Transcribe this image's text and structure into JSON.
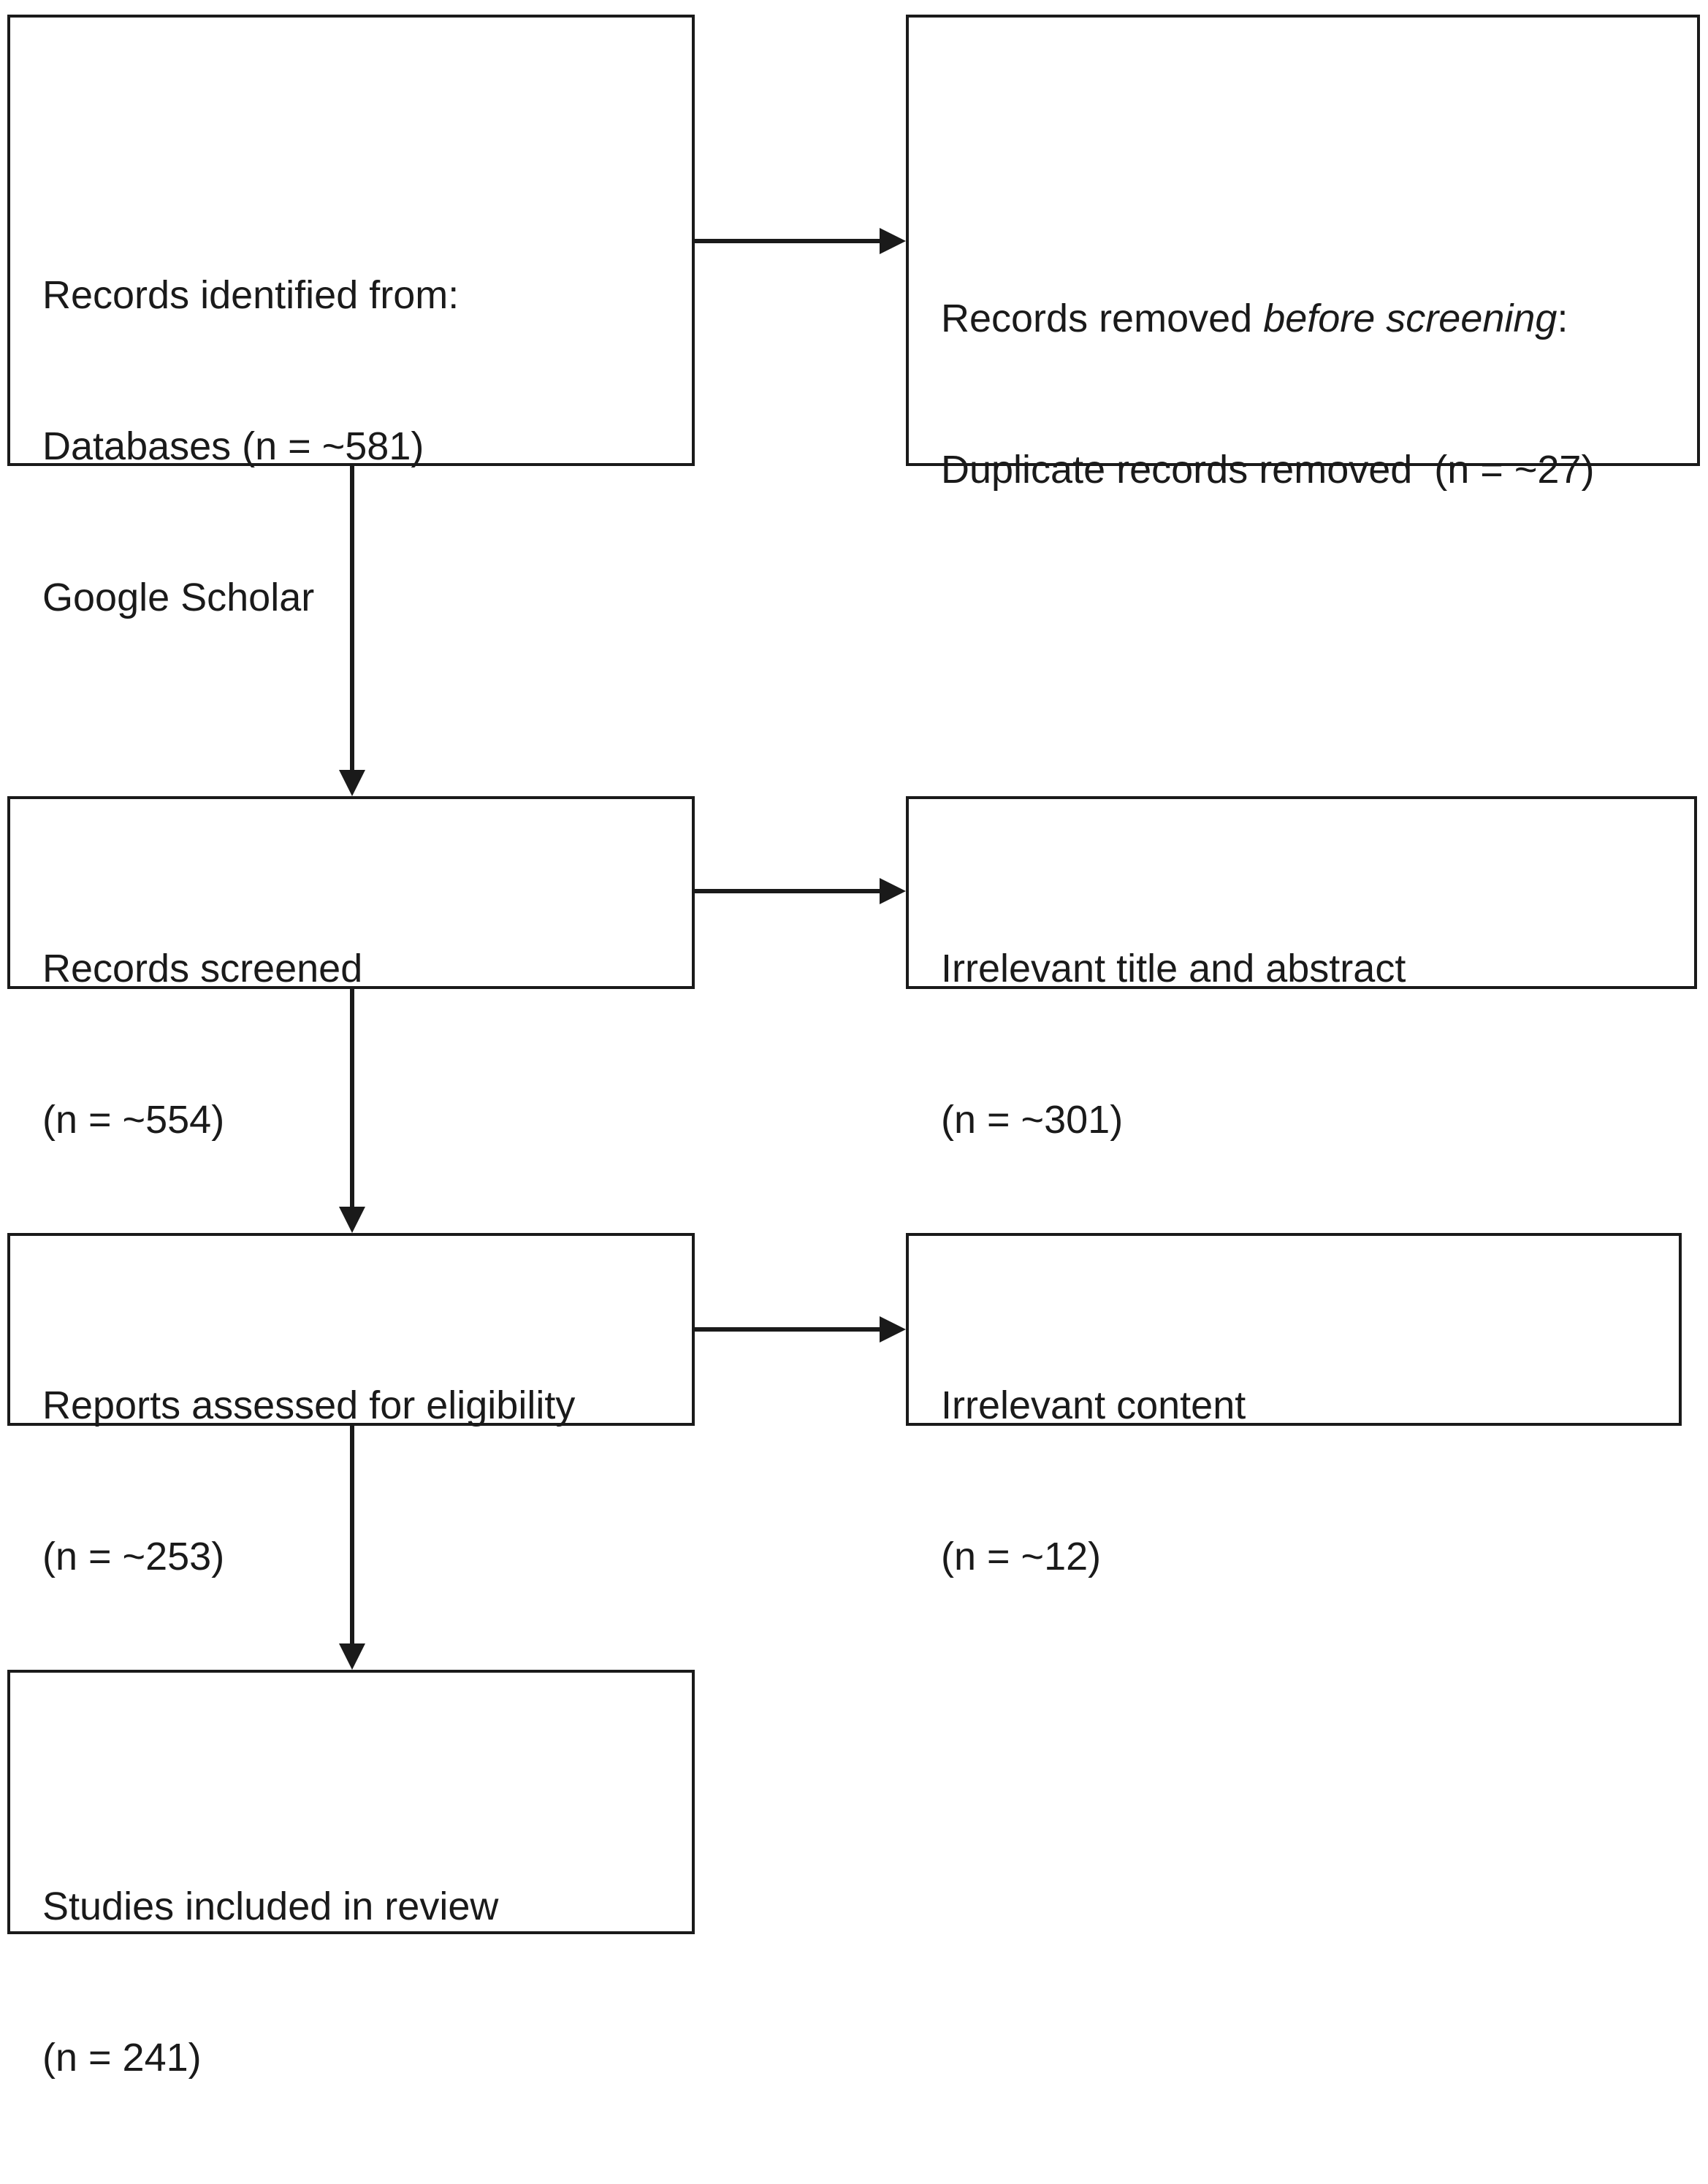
{
  "identification": {
    "lines": [
      "Records identified from:",
      "Databases (n = ~581)",
      "Google Scholar"
    ]
  },
  "removed": {
    "line1_prefix": "Records removed ",
    "line1_italic": "before screening",
    "line1_suffix": ":",
    "line2": "Duplicate records removed  (n = ~27)"
  },
  "screened": {
    "lines": [
      "Records screened",
      "(n = ~554)"
    ]
  },
  "excluded_screening": {
    "lines": [
      "Irrelevant title and abstract",
      "(n = ~301)"
    ]
  },
  "eligibility": {
    "lines": [
      "Reports assessed for eligibility",
      "(n = ~253)"
    ]
  },
  "excluded_eligibility": {
    "lines": [
      "Irrelevant content",
      "(n = ~12)"
    ]
  },
  "included": {
    "lines": [
      "Studies included in review",
      "(n = 241)"
    ]
  }
}
